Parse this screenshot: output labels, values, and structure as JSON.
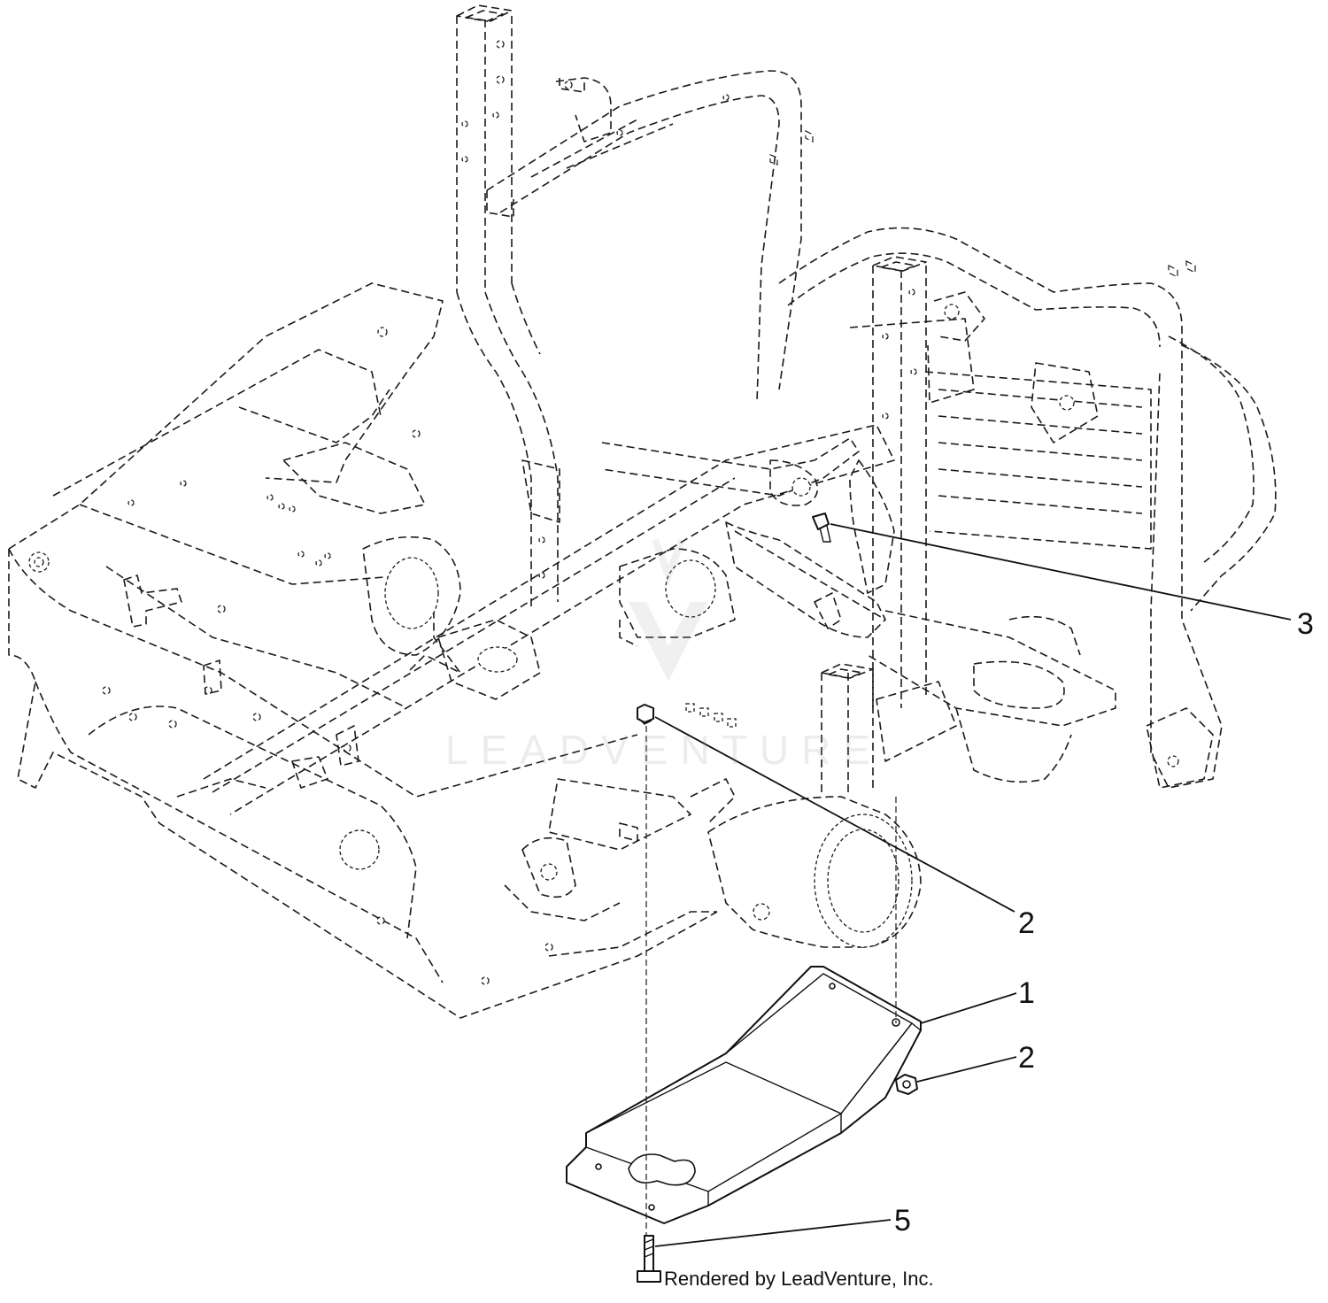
{
  "watermark": {
    "text": "LEADVENTURE"
  },
  "credit": {
    "text": "Rendered by LeadVenture, Inc."
  },
  "callouts": [
    {
      "id": "callout-3",
      "label": "3"
    },
    {
      "id": "callout-2-upper",
      "label": "2"
    },
    {
      "id": "callout-1",
      "label": "1"
    },
    {
      "id": "callout-2-lower",
      "label": "2"
    },
    {
      "id": "callout-5",
      "label": "5"
    }
  ]
}
